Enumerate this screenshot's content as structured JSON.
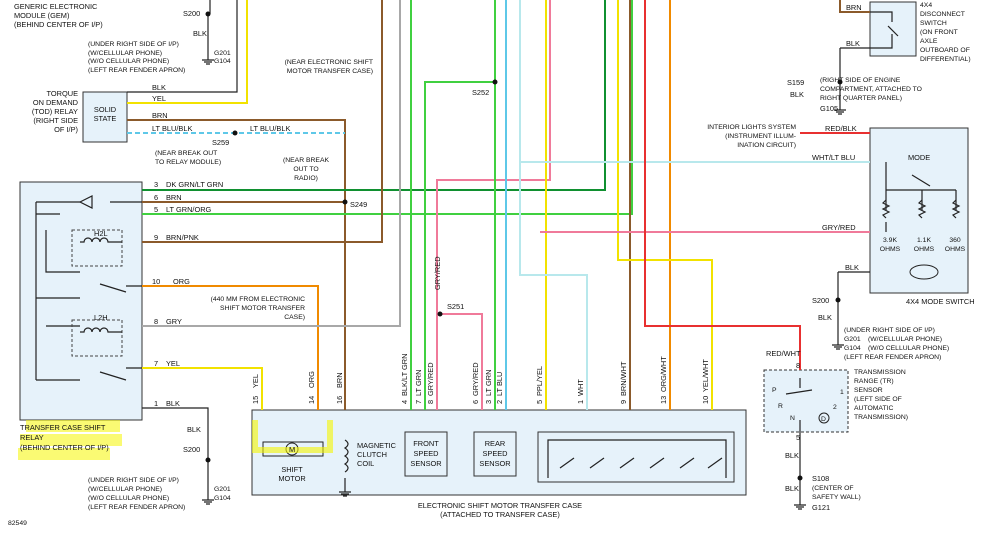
{
  "colors": {
    "brn": "#8b5a2b",
    "yel": "#f2e200",
    "org": "#f08a00",
    "gry": "#a8a8a8",
    "ltblu": "#5ec8e8",
    "dkgrn": "#109030",
    "ltgrn": "#40d040",
    "red": "#e83030",
    "pnk": "#f07a9a",
    "ppl": "#9040c0",
    "wht": "#b8e8ec",
    "blk": "#222222",
    "highlight": "#f5f500",
    "box": "#e6f2fa"
  },
  "labels": {
    "gem": [
      "GENERIC ELECTRONIC",
      "MODULE (GEM)",
      "(BEHIND CENTER OF I/P)"
    ],
    "s200_top": "S200",
    "blk_top": "BLK",
    "g201_top": [
      "(UNDER RIGHT SIDE OF I/P)",
      "(W/CELLULAR PHONE)",
      "(W/O CELLULAR PHONE)",
      "(LEFT REAR FENDER APRON)"
    ],
    "g201_top_ids": [
      "G201",
      "G104"
    ],
    "tod": [
      "TORQUE",
      "ON DEMAND",
      "(TOD) RELAY",
      "(RIGHT SIDE",
      "OF I/P)"
    ],
    "solid_state": [
      "SOLID",
      "STATE"
    ],
    "tod_wires": [
      "BLK",
      "YEL",
      "BRN",
      "LT BLU/BLK"
    ],
    "s259": "S259",
    "s259_note": [
      "(NEAR BREAK OUT",
      "TO RELAY MODULE)"
    ],
    "lt_blu_blk_right": "LT BLU/BLK",
    "near_esm": [
      "(NEAR ELECTRONIC SHIFT",
      "MOTOR TRANSFER CASE)"
    ],
    "s252": "S252",
    "near_break": [
      "(NEAR BREAK",
      "OUT TO",
      "RADIO)"
    ],
    "s249": "S249",
    "relay_pins": [
      {
        "pin": "3",
        "color": "DK GRN/LT GRN"
      },
      {
        "pin": "6",
        "color": "BRN"
      },
      {
        "pin": "5",
        "color": "LT GRN/ORG"
      },
      {
        "pin": "9",
        "color": "BRN/PNK"
      },
      {
        "pin": "10",
        "color": "ORG"
      },
      {
        "pin": "8",
        "color": "GRY"
      },
      {
        "pin": "7",
        "color": "YEL"
      },
      {
        "pin": "1",
        "color": "BLK"
      }
    ],
    "h2l": "H2L",
    "l2h": "L2H",
    "relay_name": [
      "TRANSFER CASE SHIFT",
      "RELAY",
      "(BEHIND CENTER OF I/P)"
    ],
    "mm440": [
      "(440 MM FROM ELECTRONIC",
      "SHIFT MOTOR TRANSFER",
      "CASE)"
    ],
    "s251": "S251",
    "gry_red_vert": "GRY/RED",
    "blk_bottom": "BLK",
    "s200_bottom": "S200",
    "g201_bottom": [
      "(UNDER RIGHT SIDE OF I/P)",
      "(W/CELLULAR PHONE)",
      "(W/O CELLULAR PHONE)",
      "(LEFT REAR FENDER APRON)"
    ],
    "g201_bottom_ids": [
      "G201",
      "G104"
    ],
    "fig_id": "82549",
    "case_pins": [
      {
        "pin": "15",
        "color": "YEL"
      },
      {
        "pin": "14",
        "color": "ORG"
      },
      {
        "pin": "16",
        "color": "BRN"
      },
      {
        "pin": "4",
        "color": "BLK/LT GRN"
      },
      {
        "pin": "7",
        "color": "LT GRN"
      },
      {
        "pin": "8",
        "color": "GRY/RED"
      },
      {
        "pin": "6",
        "color": "GRY/RED"
      },
      {
        "pin": "3",
        "color": "LT GRN"
      },
      {
        "pin": "2",
        "color": "LT BLU"
      },
      {
        "pin": "5",
        "color": "PPL/YEL"
      },
      {
        "pin": "1",
        "color": "WHT"
      },
      {
        "pin": "9",
        "color": "BRN/WHT"
      },
      {
        "pin": "13",
        "color": "ORG/WHT"
      },
      {
        "pin": "10",
        "color": "YEL/WHT"
      }
    ],
    "motor_symbol": "M",
    "shift_motor": [
      "SHIFT",
      "MOTOR"
    ],
    "clutch": [
      "MAGNETIC",
      "CLUTCH",
      "COIL"
    ],
    "front_sensor": [
      "FRONT",
      "SPEED",
      "SENSOR"
    ],
    "rear_sensor": [
      "REAR",
      "SPEED",
      "SENSOR"
    ],
    "case_name": [
      "ELECTRONIC SHIFT MOTOR TRANSFER CASE",
      "(ATTACHED TO TRANSFER CASE)"
    ],
    "disconnect": [
      "4X4",
      "DISCONNECT",
      "SWITCH",
      "(ON FRONT",
      "AXLE",
      "OUTBOARD OF",
      "DIFFERENTIAL)"
    ],
    "disc_wires": [
      "BRN",
      "BLK"
    ],
    "s159": "S159",
    "s159_note": [
      "(RIGHT SIDE OF ENGINE",
      "COMPARTMENT, ATTACHED TO",
      "RIGHT QUARTER PANEL)"
    ],
    "blk_s159": "BLK",
    "g105": "G105",
    "interior": [
      "INTERIOR LIGHTS SYSTEM",
      "(INSTRUMENT ILLUM-",
      "INATION CIRCUIT)"
    ],
    "mode_wires": [
      "RED/BLK",
      "WHT/LT BLU",
      "GRY/RED",
      "BLK"
    ],
    "mode": "MODE",
    "ohms": [
      [
        "3.9K",
        "OHMS"
      ],
      [
        "1.1K",
        "OHMS"
      ],
      [
        "360",
        "OHMS"
      ]
    ],
    "mode_switch": "4X4 MODE SWITCH",
    "s200_right": "S200",
    "blk_right": "BLK",
    "g201_right": [
      "(UNDER RIGHT SIDE OF I/P)",
      "(W/CELLULAR PHONE)",
      "(W/O CELLULAR PHONE)",
      "(LEFT REAR FENDER APRON)"
    ],
    "g201_right_ids": [
      "G201",
      "G104"
    ],
    "red_wht": "RED/WHT",
    "tr_pin8": "8",
    "tr_pin5": "5",
    "tr_letters": [
      "P",
      "R",
      "N",
      "D",
      "1",
      "2"
    ],
    "tr": [
      "TRANSMISSION",
      "RANGE (TR)",
      "SENSOR",
      "(LEFT SIDE OF",
      "AUTOMATIC",
      "TRANSMISSION)"
    ],
    "blk_tr": "BLK",
    "s108": "S108",
    "blk_s108": "BLK",
    "s108_note": [
      "(CENTER OF",
      "SAFETY WALL)"
    ],
    "g121": "G121"
  }
}
